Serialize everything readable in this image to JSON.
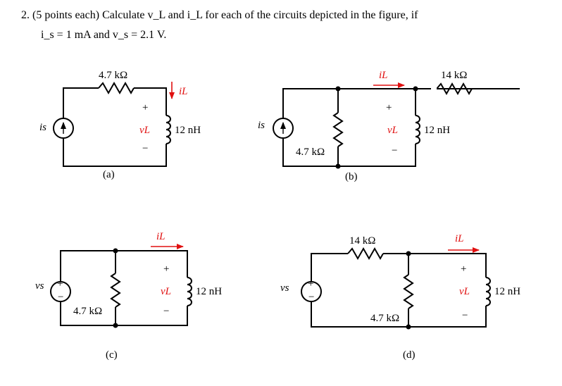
{
  "problem": {
    "line1": "2.  (5 points each) Calculate v_L and i_L for each of the circuits depicted in the figure, if",
    "line2": "i_s = 1 mA and v_s = 2.1 V."
  },
  "labels": {
    "r47": "4.7 kΩ",
    "r14": "14 kΩ",
    "ind": "12 nH",
    "iL": "iL",
    "vL": "vL",
    "is": "is",
    "vs": "vs",
    "plus": "+",
    "minus": "−"
  },
  "captions": {
    "a": "(a)",
    "b": "(b)",
    "c": "(c)",
    "d": "(d)"
  },
  "colors": {
    "annotation": "#e01010",
    "wire": "#000000"
  }
}
